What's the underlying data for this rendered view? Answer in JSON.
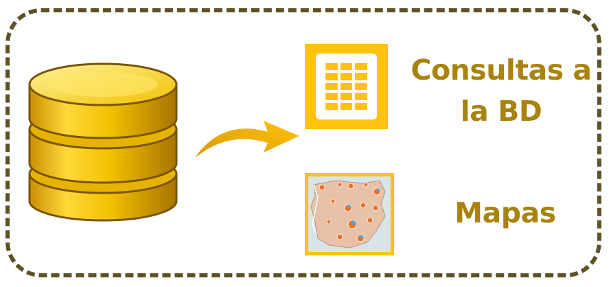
{
  "diagram": {
    "labels": {
      "queries": [
        "Consultas a",
        "la BD"
      ],
      "maps": "Mapas"
    },
    "icons": {
      "database": "database-icon",
      "arrow": "curved-arrow-icon",
      "table": "table-grid-icon",
      "map": "map-pie-chart-icon"
    },
    "colors": {
      "border": "#5e5126",
      "accent": "#ffc20e",
      "text": "#a8830e"
    }
  }
}
